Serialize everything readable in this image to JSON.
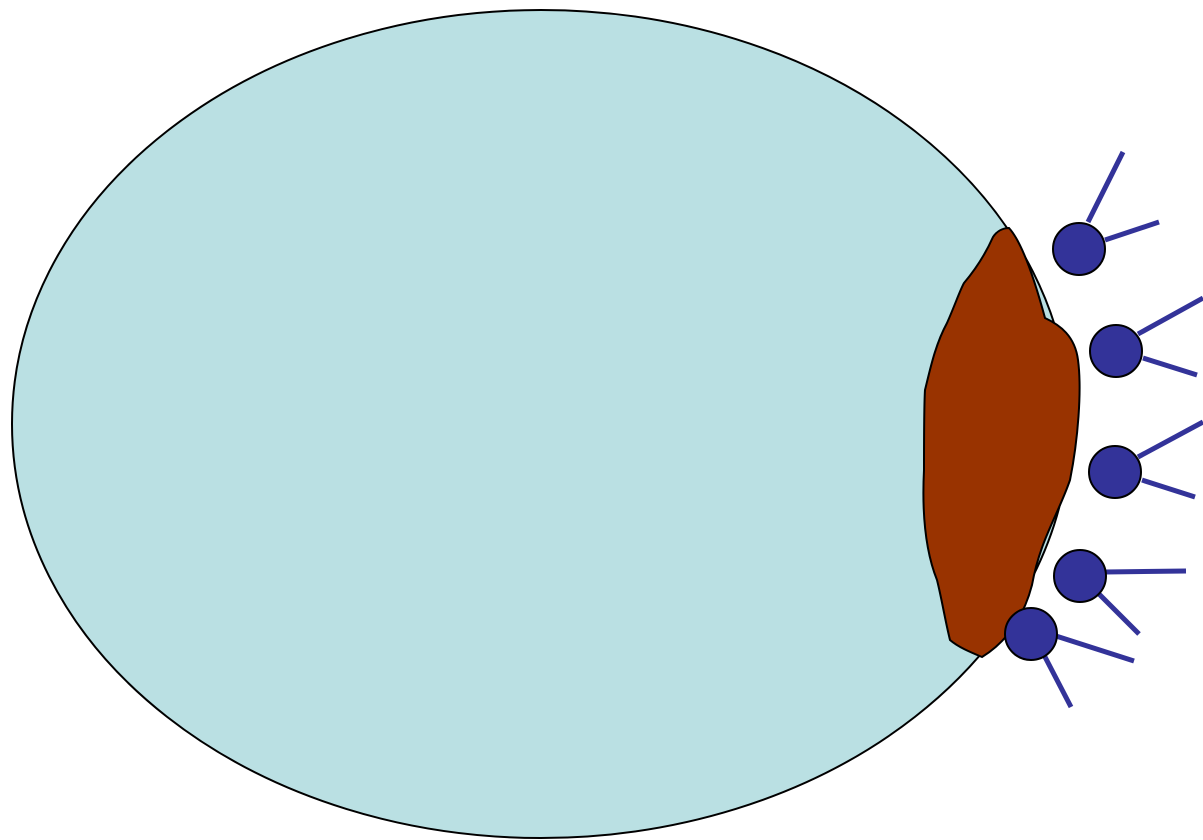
{
  "colors": {
    "background": "#ffffff",
    "cell_fill": "#bae0e3",
    "outline": "#000000",
    "patch_fill": "#993300",
    "receptor_fill": "#333399",
    "receptor_stroke": "#333399"
  },
  "receptors": [
    {
      "name": "receptor-1"
    },
    {
      "name": "receptor-2"
    },
    {
      "name": "receptor-3"
    },
    {
      "name": "receptor-4"
    },
    {
      "name": "receptor-5"
    }
  ]
}
